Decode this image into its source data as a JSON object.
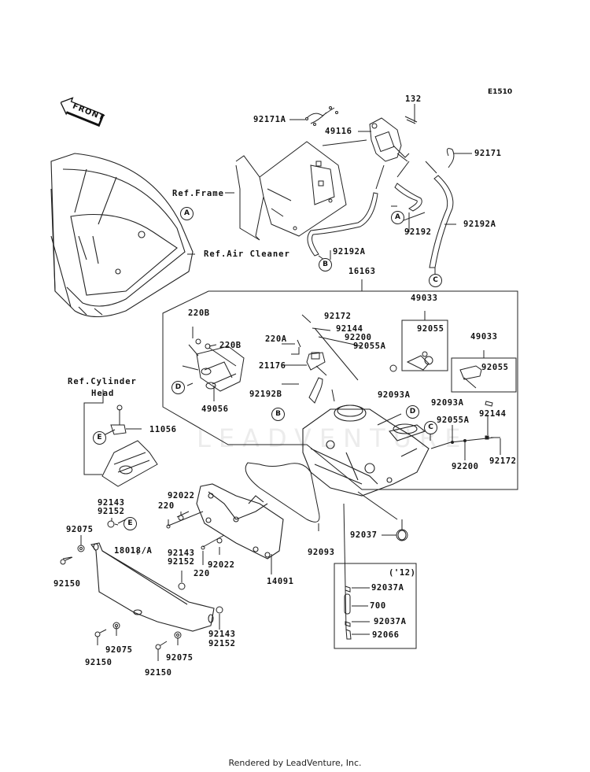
{
  "diagram": {
    "title_code": "E1510",
    "watermark": "LEADVENTURE",
    "front_indicator": "FRONT",
    "footer": "Rendered by LeadVenture, Inc.",
    "references": {
      "frame": "Ref.Frame",
      "air_cleaner": "Ref.Air Cleaner",
      "cylinder_head_line1": "Ref.Cylinder",
      "cylinder_head_line2": "Head"
    },
    "connectors": [
      "A",
      "B",
      "C",
      "D",
      "E"
    ],
    "year_note": "('12)",
    "parts": {
      "p92171A": "92171A",
      "p132": "132",
      "p49116": "49116",
      "p92171": "92171",
      "p92192": "92192",
      "p92192A_left": "92192A",
      "p92192A_right": "92192A",
      "p16163": "16163",
      "p220B_top": "220B",
      "p220B_mid": "220B",
      "p220A": "220A",
      "p92172_top": "92172",
      "p92144_top": "92144",
      "p92200_top": "92200",
      "p92055A_top": "92055A",
      "p21176": "21176",
      "p49033_left": "49033",
      "p92055_left": "92055",
      "p49033_right": "49033",
      "p92055_right": "92055",
      "p92093A_left": "92093A",
      "p92093A_right": "92093A",
      "p92192B": "92192B",
      "p49056": "49056",
      "p11056": "11056",
      "p92055A_bot": "92055A",
      "p92144_bot": "92144",
      "p92200_bot": "92200",
      "p92172_bot": "92172",
      "p92143_a": "92143",
      "p92152_a": "92152",
      "p92075_a": "92075",
      "p92150_a": "92150",
      "p18018": "18018/A",
      "p92022_a": "92022",
      "p220_a": "220",
      "p92143_b": "92143",
      "p92152_b": "92152",
      "p220_b": "220",
      "p92022_b": "92022",
      "p14091": "14091",
      "p92093": "92093",
      "p92037": "92037",
      "p92037A_a": "92037A",
      "p700": "700",
      "p92037A_b": "92037A",
      "p92066": "92066",
      "p92075_b": "92075",
      "p92150_b": "92150",
      "p92075_c": "92075",
      "p92150_c": "92150",
      "p92143_c": "92143",
      "p92152_c": "92152"
    }
  }
}
